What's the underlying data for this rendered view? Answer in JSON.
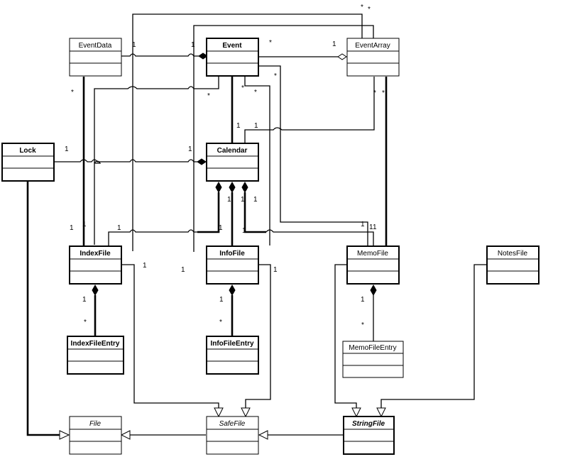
{
  "classes": {
    "eventdata": "EventData",
    "event": "Event",
    "eventarray": "EventArray",
    "lock": "Lock",
    "calendar": "Calendar",
    "indexfile": "IndexFile",
    "infofile": "InfoFile",
    "memofile": "MemoFile",
    "notesfile": "NotesFile",
    "indexfileentry": "IndexFileEntry",
    "infofileentry": "InfoFileEntry",
    "memofileentry": "MemoFileEntry",
    "file": "File",
    "safefile": "SafeFile",
    "stringfile": "StringFile"
  },
  "multiplicities": {
    "one": "1",
    "many": "*"
  }
}
